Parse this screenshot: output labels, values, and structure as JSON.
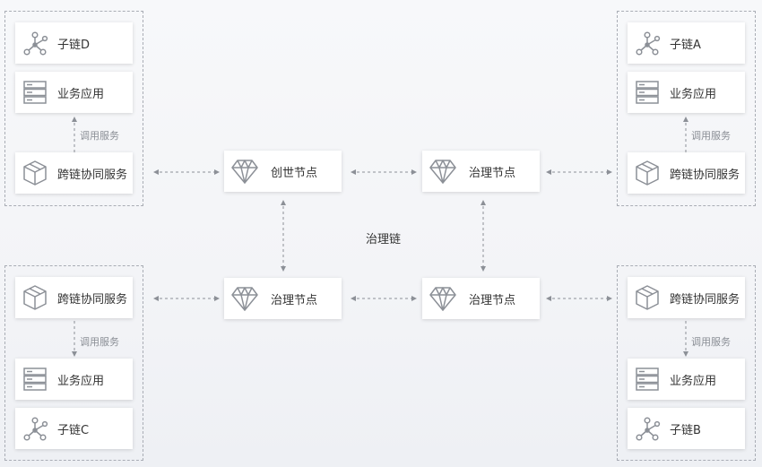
{
  "groups": {
    "d": {
      "subchain": "子链D",
      "app": "业务应用",
      "service": "跨链协同服务",
      "call": "调用服务"
    },
    "a": {
      "subchain": "子链A",
      "app": "业务应用",
      "service": "跨链协同服务",
      "call": "调用服务"
    },
    "c": {
      "subchain": "子链C",
      "app": "业务应用",
      "service": "跨链协同服务",
      "call": "调用服务"
    },
    "b": {
      "subchain": "子链B",
      "app": "业务应用",
      "service": "跨链协同服务",
      "call": "调用服务"
    }
  },
  "nodes": {
    "genesis": "创世节点",
    "gov_top_right": "治理节点",
    "gov_bottom_left": "治理节点",
    "gov_bottom_right": "治理节点"
  },
  "center_label": "治理链",
  "colors": {
    "icon": "#8c9097",
    "line": "#8c9097",
    "border": "#a9adb5"
  },
  "icons": {
    "subchain": "network-icon",
    "app": "server-stack-icon",
    "service": "cube-icon",
    "node": "gem-icon"
  }
}
